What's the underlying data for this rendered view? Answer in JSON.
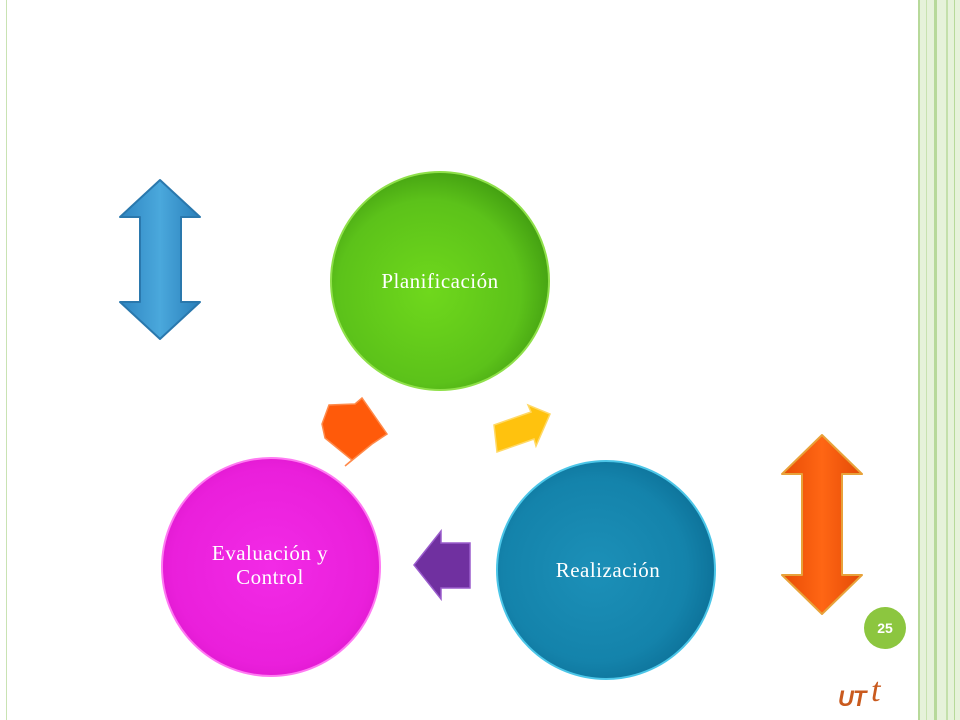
{
  "diagram": {
    "nodes": [
      {
        "id": "plan",
        "label": "Planificación",
        "color": "#5cc21a"
      },
      {
        "id": "real",
        "label": "Realización",
        "color": "#1a88b0"
      },
      {
        "id": "eval",
        "label": "Evaluación y\nControl",
        "color": "#ee22dd"
      }
    ],
    "cycle_arrow_colors": {
      "plan_to_real": "#ffc20e",
      "real_to_eval": "#7030a0",
      "eval_to_plan": "#ff5a0a"
    },
    "side_arrows": {
      "left": {
        "icon": "double-vertical-arrow",
        "color": "#3d9ed6"
      },
      "right": {
        "icon": "double-vertical-arrow",
        "color": "#ff5a0a"
      }
    }
  },
  "slide": {
    "page_number": "25",
    "logo_main": "UT",
    "logo_sup": "t",
    "accent": "#8cc63f"
  }
}
